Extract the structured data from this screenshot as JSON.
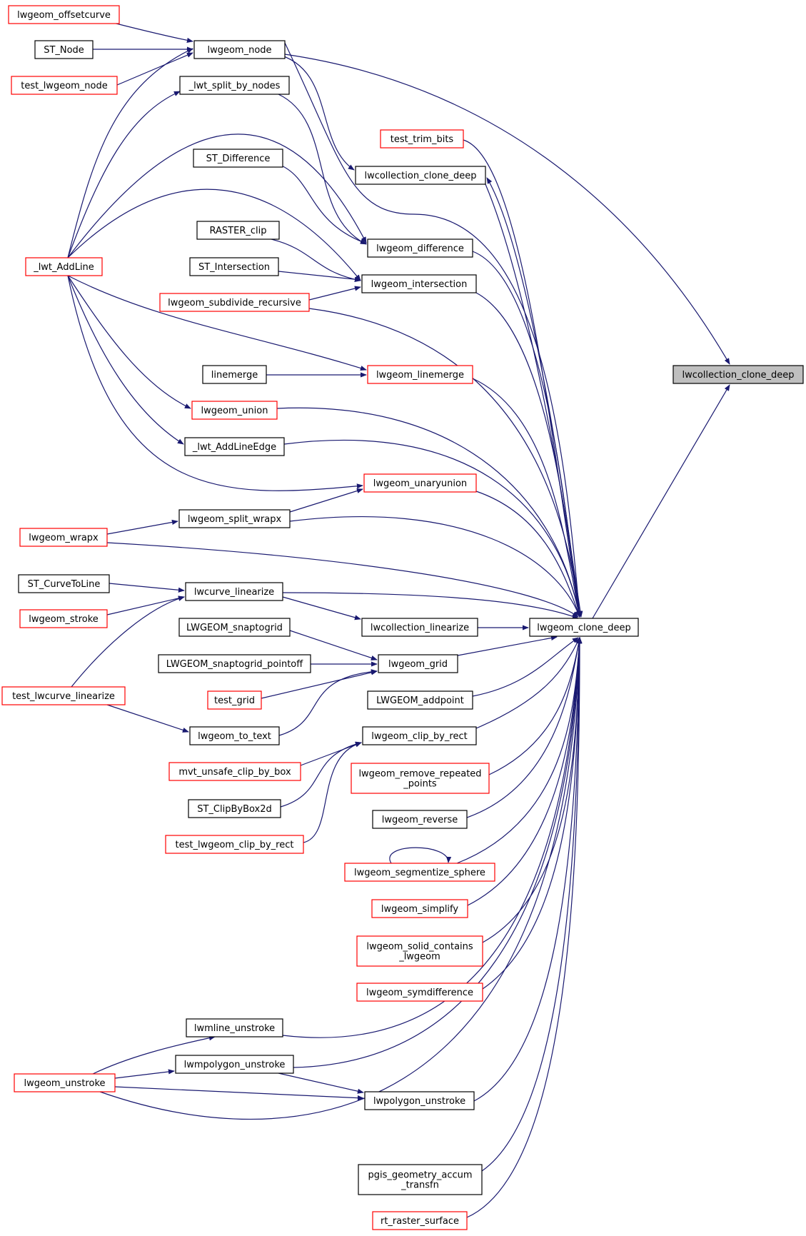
{
  "colors": {
    "edge": "#191970",
    "border_documented": "#000000",
    "border_undocumented": "#ff0000",
    "fill_default": "#ffffff",
    "fill_focus": "#bfbfbf"
  },
  "nodes": [
    {
      "id": "n_offsetcurve",
      "lines": [
        "lwgeom_offsetcurve"
      ],
      "style": "red"
    },
    {
      "id": "n_st_node",
      "lines": [
        "ST_Node"
      ],
      "style": "black"
    },
    {
      "id": "n_test_node",
      "lines": [
        "test_lwgeom_node"
      ],
      "style": "red"
    },
    {
      "id": "n_lwgeom_node",
      "lines": [
        "lwgeom_node"
      ],
      "style": "black"
    },
    {
      "id": "n_split_by_nodes",
      "lines": [
        "_lwt_split_by_nodes"
      ],
      "style": "black"
    },
    {
      "id": "n_test_trim_bits",
      "lines": [
        "test_trim_bits"
      ],
      "style": "red"
    },
    {
      "id": "n_lwcollection_clone_deep_mid",
      "lines": [
        "lwcollection_clone_deep"
      ],
      "style": "black"
    },
    {
      "id": "n_st_difference",
      "lines": [
        "ST_Difference"
      ],
      "style": "black"
    },
    {
      "id": "n_raster_clip",
      "lines": [
        "RASTER_clip"
      ],
      "style": "black"
    },
    {
      "id": "n_lwgeom_difference",
      "lines": [
        "lwgeom_difference"
      ],
      "style": "black"
    },
    {
      "id": "n_lwt_addline",
      "lines": [
        "_lwt_AddLine"
      ],
      "style": "red"
    },
    {
      "id": "n_st_intersection",
      "lines": [
        "ST_Intersection"
      ],
      "style": "black"
    },
    {
      "id": "n_lwgeom_intersection",
      "lines": [
        "lwgeom_intersection"
      ],
      "style": "black"
    },
    {
      "id": "n_subdivide",
      "lines": [
        "lwgeom_subdivide_recursive"
      ],
      "style": "red"
    },
    {
      "id": "n_lwcollection_clone_deep_focus",
      "lines": [
        "lwcollection_clone_deep"
      ],
      "style": "focus"
    },
    {
      "id": "n_linemerge",
      "lines": [
        "linemerge"
      ],
      "style": "black"
    },
    {
      "id": "n_lwgeom_linemerge",
      "lines": [
        "lwgeom_linemerge"
      ],
      "style": "red"
    },
    {
      "id": "n_lwgeom_union",
      "lines": [
        "lwgeom_union"
      ],
      "style": "red"
    },
    {
      "id": "n_addlineedge",
      "lines": [
        "_lwt_AddLineEdge"
      ],
      "style": "black"
    },
    {
      "id": "n_unaryunion",
      "lines": [
        "lwgeom_unaryunion"
      ],
      "style": "red"
    },
    {
      "id": "n_split_wrapx",
      "lines": [
        "lwgeom_split_wrapx"
      ],
      "style": "black"
    },
    {
      "id": "n_lwgeom_wrapx",
      "lines": [
        "lwgeom_wrapx"
      ],
      "style": "red"
    },
    {
      "id": "n_st_curvetoline",
      "lines": [
        "ST_CurveToLine"
      ],
      "style": "black"
    },
    {
      "id": "n_lwcurve_linearize",
      "lines": [
        "lwcurve_linearize"
      ],
      "style": "black"
    },
    {
      "id": "n_lwgeom_stroke",
      "lines": [
        "lwgeom_stroke"
      ],
      "style": "red"
    },
    {
      "id": "n_lwcollection_linearize",
      "lines": [
        "lwcollection_linearize"
      ],
      "style": "black"
    },
    {
      "id": "n_lwgeom_clone_deep",
      "lines": [
        "lwgeom_clone_deep"
      ],
      "style": "black"
    },
    {
      "id": "n_snaptogrid",
      "lines": [
        "LWGEOM_snaptogrid"
      ],
      "style": "black"
    },
    {
      "id": "n_snaptogrid_pointoff",
      "lines": [
        "LWGEOM_snaptogrid_pointoff"
      ],
      "style": "black"
    },
    {
      "id": "n_lwgeom_grid",
      "lines": [
        "lwgeom_grid"
      ],
      "style": "black"
    },
    {
      "id": "n_test_grid",
      "lines": [
        "test_grid"
      ],
      "style": "red"
    },
    {
      "id": "n_test_lwcurve_linearize",
      "lines": [
        "test_lwcurve_linearize"
      ],
      "style": "red"
    },
    {
      "id": "n_addpoint",
      "lines": [
        "LWGEOM_addpoint"
      ],
      "style": "black"
    },
    {
      "id": "n_lwgeom_to_text",
      "lines": [
        "lwgeom_to_text"
      ],
      "style": "black"
    },
    {
      "id": "n_clip_by_rect",
      "lines": [
        "lwgeom_clip_by_rect"
      ],
      "style": "black"
    },
    {
      "id": "n_mvt_clip",
      "lines": [
        "mvt_unsafe_clip_by_box"
      ],
      "style": "red"
    },
    {
      "id": "n_remove_repeated",
      "lines": [
        "lwgeom_remove_repeated",
        "_points"
      ],
      "style": "red"
    },
    {
      "id": "n_st_clipbybox2d",
      "lines": [
        "ST_ClipByBox2d"
      ],
      "style": "black"
    },
    {
      "id": "n_lwgeom_reverse",
      "lines": [
        "lwgeom_reverse"
      ],
      "style": "black"
    },
    {
      "id": "n_test_clip_by_rect",
      "lines": [
        "test_lwgeom_clip_by_rect"
      ],
      "style": "red"
    },
    {
      "id": "n_segmentize_sphere",
      "lines": [
        "lwgeom_segmentize_sphere"
      ],
      "style": "red"
    },
    {
      "id": "n_lwgeom_simplify",
      "lines": [
        "lwgeom_simplify"
      ],
      "style": "red"
    },
    {
      "id": "n_solid_contains",
      "lines": [
        "lwgeom_solid_contains",
        "_lwgeom"
      ],
      "style": "red"
    },
    {
      "id": "n_symdifference",
      "lines": [
        "lwgeom_symdifference"
      ],
      "style": "red"
    },
    {
      "id": "n_lwmline_unstroke",
      "lines": [
        "lwmline_unstroke"
      ],
      "style": "black"
    },
    {
      "id": "n_lwmpolygon_unstroke",
      "lines": [
        "lwmpolygon_unstroke"
      ],
      "style": "black"
    },
    {
      "id": "n_lwgeom_unstroke",
      "lines": [
        "lwgeom_unstroke"
      ],
      "style": "red"
    },
    {
      "id": "n_lwpolygon_unstroke",
      "lines": [
        "lwpolygon_unstroke"
      ],
      "style": "black"
    },
    {
      "id": "n_pgis_accum",
      "lines": [
        "pgis_geometry_accum",
        "_transfn"
      ],
      "style": "black"
    },
    {
      "id": "n_rt_raster_surface",
      "lines": [
        "rt_raster_surface"
      ],
      "style": "red"
    }
  ]
}
